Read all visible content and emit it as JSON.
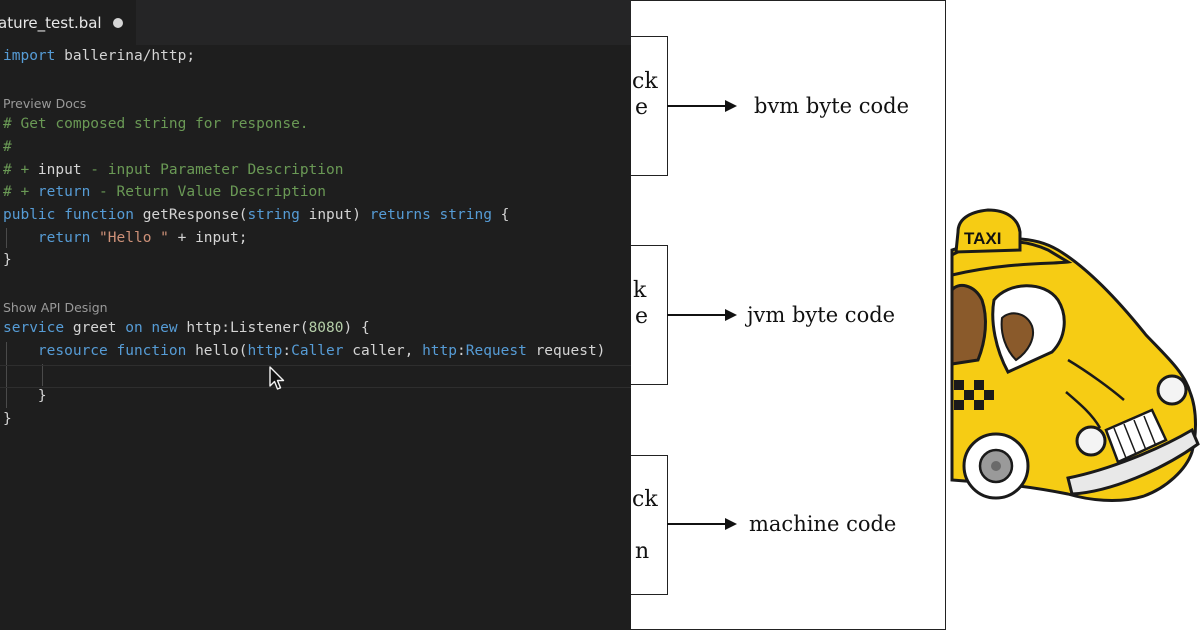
{
  "editor": {
    "tab": {
      "title": "ature_test.bal"
    },
    "code_lens": {
      "preview_docs": "Preview Docs",
      "show_api_design": "Show API Design"
    },
    "lines": {
      "l1_kw": "import",
      "l1_rest": " ballerina/http;",
      "l3": "# Get composed string for response.",
      "l4": "#",
      "l5_a": "# + ",
      "l5_b": "input",
      "l5_c": " - input Parameter Description",
      "l6_a": "# + ",
      "l6_b": "return",
      "l6_c": " - Return Value Description",
      "l7_public": "public",
      "l7_function": " function",
      "l7_name": " getResponse(",
      "l7_string": "string",
      "l7_input": " input) ",
      "l7_returns": "returns",
      "l7_string2": " string",
      "l7_brace": " {",
      "l8_return": "    return",
      "l8_str": " \"Hello \"",
      "l8_rest": " + input;",
      "l9": "}",
      "l11_service": "service",
      "l11_greet": " greet ",
      "l11_on": "on",
      "l11_new": " new",
      "l11_http": " http:Listener(",
      "l11_num": "8080",
      "l11_end": ") {",
      "l12_resource": "    resource",
      "l12_function": " function",
      "l12_hello": " hello(",
      "l12_http1": "http",
      "l12_colon1": ":",
      "l12_caller": "Caller",
      "l12_callerv": " caller, ",
      "l12_http2": "http",
      "l12_colon2": ":",
      "l12_request": "Request",
      "l12_requestv": " request)",
      "l14": "    }",
      "l15": "}"
    }
  },
  "diagram": {
    "rows": [
      {
        "frag_top": "ck",
        "frag_bottom": "e",
        "output": "bvm byte code"
      },
      {
        "frag_top": "k",
        "frag_bottom": "e",
        "output": "jvm byte code"
      },
      {
        "frag_top": "ck",
        "frag_bottom": "n",
        "output": "machine code"
      }
    ]
  },
  "taxi": {
    "sign": "TAXI",
    "body_color": "#f6cc14",
    "outline_color": "#1a1a1a"
  }
}
